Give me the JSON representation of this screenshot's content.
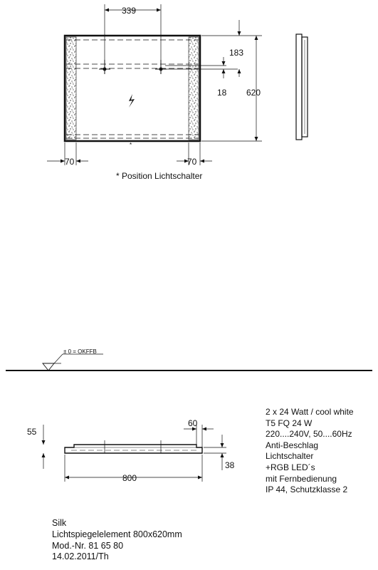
{
  "front_view": {
    "dim_top_spacing": "339",
    "dim_right_offset": "183",
    "dim_right_small": "18",
    "dim_total_height": "620",
    "dim_left_strip": "70",
    "dim_right_strip": "70",
    "footnote": "* Position Lichtschalter",
    "switch_marker": "*"
  },
  "floor": {
    "label": "± 0 = OKFFB"
  },
  "side_view": {
    "dim_depth": "55",
    "dim_edge": "60",
    "dim_width": "800",
    "dim_thickness": "38"
  },
  "specs": [
    "2 x 24 Watt / cool white",
    "T5 FQ 24 W",
    "220....240V, 50....60Hz",
    "Anti-Beschlag",
    "Lichtschalter",
    "+RGB LED´s",
    "mit Fernbedienung",
    "IP 44, Schutzklasse 2"
  ],
  "product": {
    "name": "Silk",
    "description": "Lichtspiegelelement 800x620mm",
    "model": "Mod.-Nr. 81 65 80",
    "date": "14.02.2011/Th"
  }
}
